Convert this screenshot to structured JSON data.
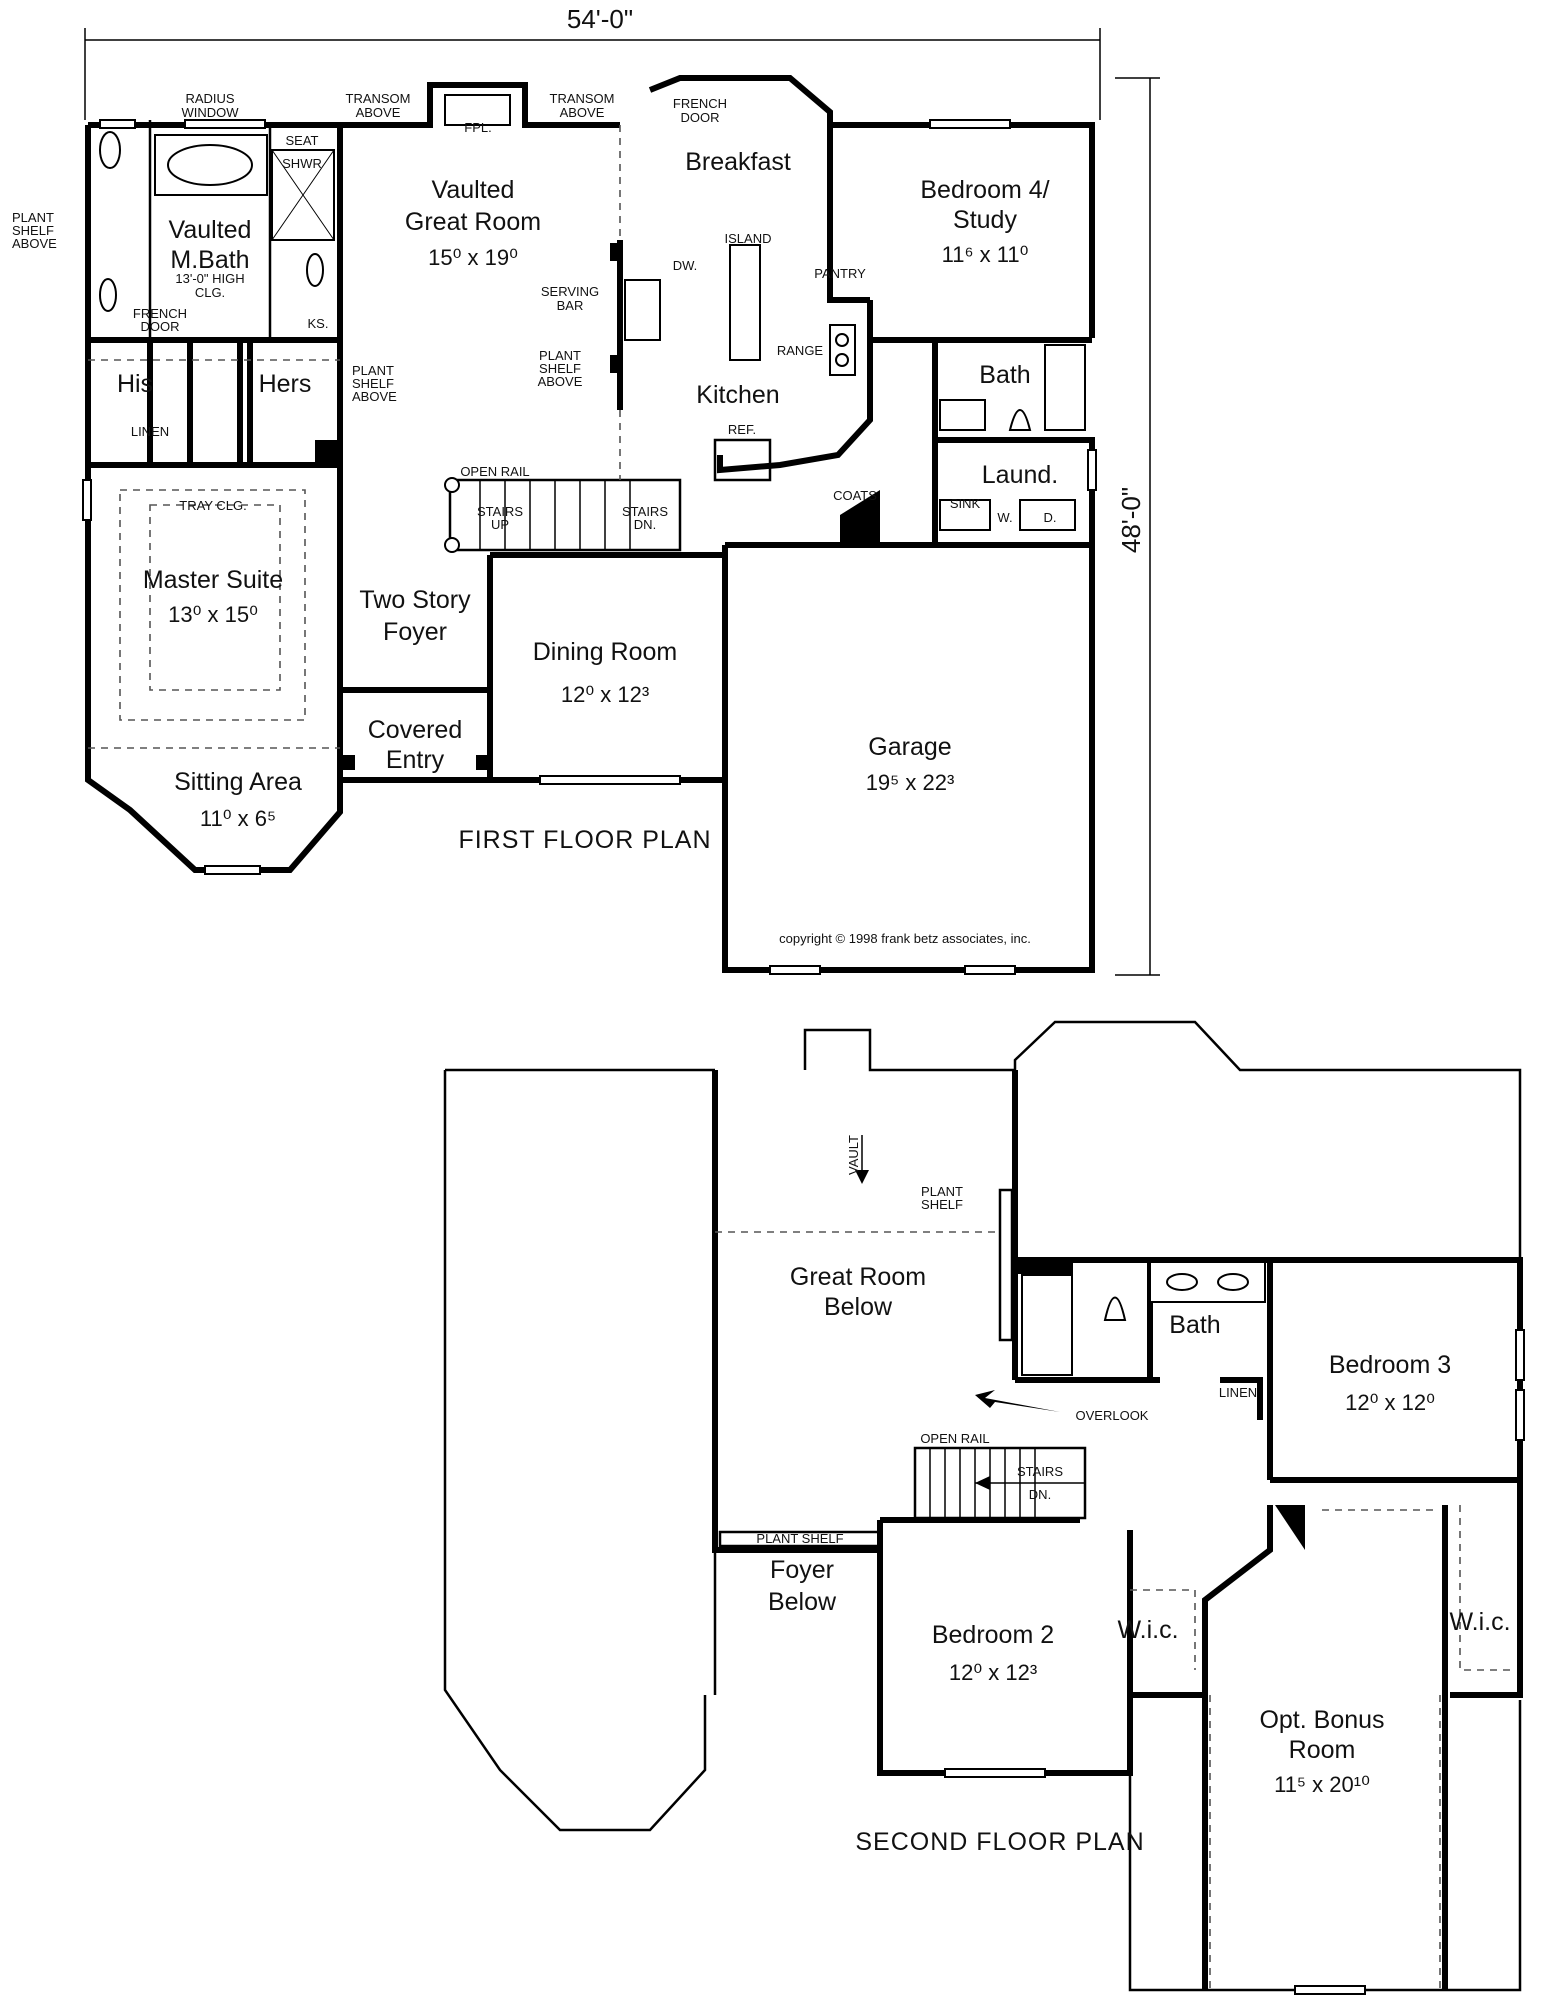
{
  "dimensions": {
    "width_label": "54'-0\"",
    "depth_label": "48'-0\""
  },
  "first_floor": {
    "title": "FIRST FLOOR PLAN",
    "copyright": "copyright © 1998 frank betz associates, inc.",
    "rooms": {
      "great_room": {
        "line1": "Vaulted",
        "line2": "Great Room",
        "size": "15⁰ x 19⁰"
      },
      "breakfast": {
        "name": "Breakfast"
      },
      "bedroom4": {
        "line1": "Bedroom 4/",
        "line2": "Study",
        "size": "11⁶ x 11⁰"
      },
      "kitchen": {
        "name": "Kitchen"
      },
      "bath": {
        "name": "Bath"
      },
      "laundry": {
        "name": "Laund."
      },
      "master_bath": {
        "line1": "Vaulted",
        "line2": "M.Bath"
      },
      "his": {
        "name": "His"
      },
      "hers": {
        "name": "Hers"
      },
      "master_suite": {
        "name": "Master Suite",
        "size": "13⁰ x 15⁰"
      },
      "foyer": {
        "line1": "Two Story",
        "line2": "Foyer"
      },
      "dining": {
        "name": "Dining Room",
        "size": "12⁰ x 12³"
      },
      "covered_entry": {
        "line1": "Covered",
        "line2": "Entry"
      },
      "sitting": {
        "name": "Sitting Area",
        "size": "11⁰ x 6⁵"
      },
      "garage": {
        "name": "Garage",
        "size": "19⁵ x 22³"
      }
    },
    "notes": {
      "radius_window": [
        "RADIUS",
        "WINDOW"
      ],
      "transom_left": [
        "TRANSOM",
        "ABOVE"
      ],
      "transom_right": [
        "TRANSOM",
        "ABOVE"
      ],
      "fpl": "FPL.",
      "french_door_top": [
        "FRENCH",
        "DOOR"
      ],
      "seat": "SEAT",
      "shwr": "SHWR",
      "plant_shelf_left": [
        "PLANT",
        "SHELF",
        "ABOVE"
      ],
      "high_clg": [
        "13'-0\" HIGH",
        "CLG."
      ],
      "french_door_bath": [
        "FRENCH",
        "DOOR"
      ],
      "ks": "KS.",
      "plant_shelf_mid": [
        "PLANT",
        "SHELF",
        "ABOVE"
      ],
      "linen": "LINEN",
      "serving_bar": [
        "SERVING",
        "BAR"
      ],
      "plant_shelf_kitchen": [
        "PLANT",
        "SHELF",
        "ABOVE"
      ],
      "dw": "DW.",
      "island": "ISLAND",
      "pantry": "PANTRY",
      "range": "RANGE",
      "ref": "REF.",
      "open_rail": "OPEN RAIL",
      "stairs_up": [
        "STAIRS",
        "UP"
      ],
      "stairs_dn": [
        "STAIRS",
        "DN."
      ],
      "coats": "COATS",
      "sink": "SINK",
      "w": "W.",
      "d": "D.",
      "tray_clg": "TRAY CLG."
    }
  },
  "second_floor": {
    "title": "SECOND FLOOR PLAN",
    "rooms": {
      "great_room_below": {
        "line1": "Great Room",
        "line2": "Below"
      },
      "foyer_below": {
        "line1": "Foyer",
        "line2": "Below"
      },
      "bath": {
        "name": "Bath"
      },
      "bedroom3": {
        "name": "Bedroom 3",
        "size": "12⁰ x 12⁰"
      },
      "bedroom2": {
        "name": "Bedroom 2",
        "size": "12⁰ x 12³"
      },
      "wic_left": {
        "name": "W.i.c."
      },
      "wic_right": {
        "name": "W.i.c."
      },
      "bonus": {
        "line1": "Opt. Bonus",
        "line2": "Room",
        "size": "11⁵ x 20¹⁰"
      }
    },
    "notes": {
      "vault": "VAULT",
      "plant_shelf_top": [
        "PLANT",
        "SHELF"
      ],
      "overlook": "OVERLOOK",
      "linen": "LINEN",
      "open_rail": "OPEN RAIL",
      "stairs_dn": [
        "STAIRS",
        "DN."
      ],
      "plant_shelf_bottom": "PLANT SHELF"
    }
  }
}
